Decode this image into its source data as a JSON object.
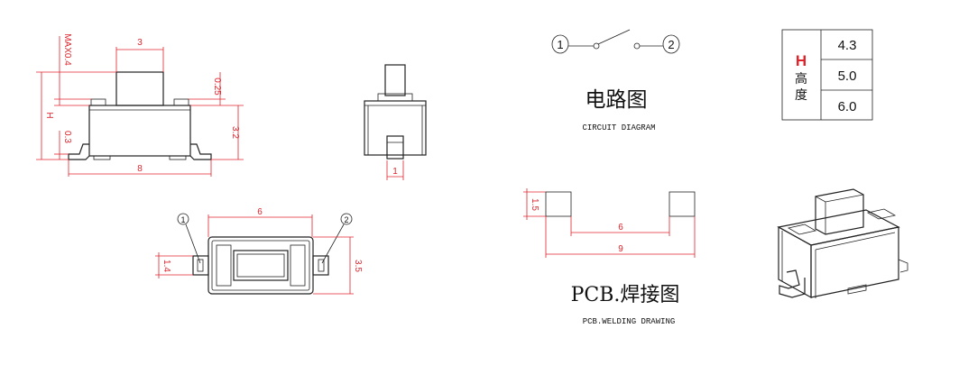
{
  "side_view": {
    "dim_top_width": "3",
    "dim_max": "MAX0.4",
    "dim_height": "H",
    "dim_025": "0.25",
    "dim_03": "0.3",
    "dim_32": "3.2",
    "dim_width": "8"
  },
  "end_view": {
    "dim_terminal": "1"
  },
  "bottom_view": {
    "pin1": "1",
    "pin2": "2",
    "dim_pitch": "6",
    "dim_pad": "1.4",
    "dim_body": "3.5"
  },
  "circuit": {
    "pin1": "1",
    "pin2": "2",
    "title": "电路图",
    "subtitle": "CIRCUIT DIAGRAM"
  },
  "pcb": {
    "dim_pad_h": "1.5",
    "dim_inner": "6",
    "dim_outer": "9",
    "title": "PCB.焊接图",
    "subtitle": "PCB.WELDING DRAWING"
  },
  "height_table": {
    "letter": "H",
    "label_line1": "高",
    "label_line2": "度",
    "values": [
      "4.3",
      "5.0",
      "6.0"
    ]
  },
  "colors": {
    "dimension": "#e0242c",
    "outline": "#222222",
    "hatch": "#777777"
  }
}
